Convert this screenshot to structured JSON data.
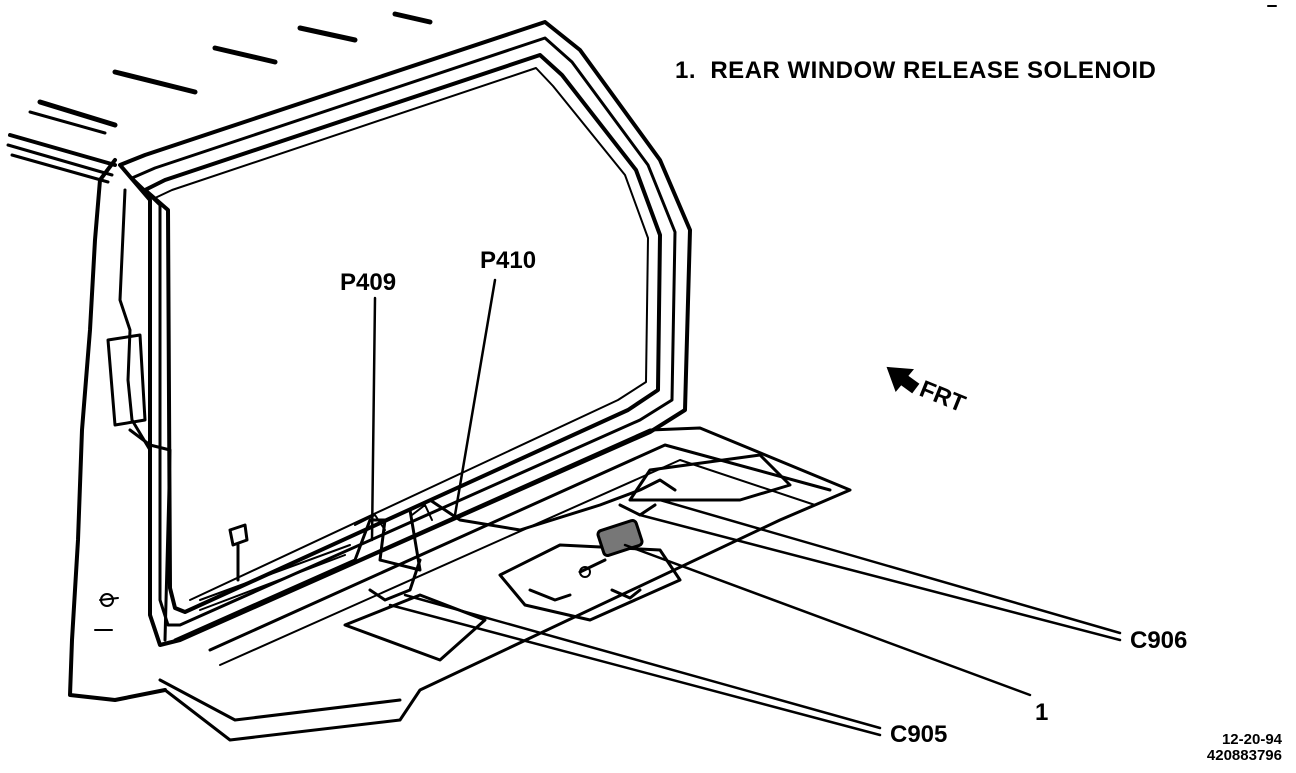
{
  "legend": {
    "item_1": "1.  REAR WINDOW RELEASE SOLENOID"
  },
  "callouts": {
    "p409": "P409",
    "p410": "P410",
    "c906": "C906",
    "c905": "C905",
    "item_1": "1"
  },
  "direction": {
    "label": "FRT"
  },
  "footer": {
    "date": "12-20-94",
    "code": "420883796"
  }
}
